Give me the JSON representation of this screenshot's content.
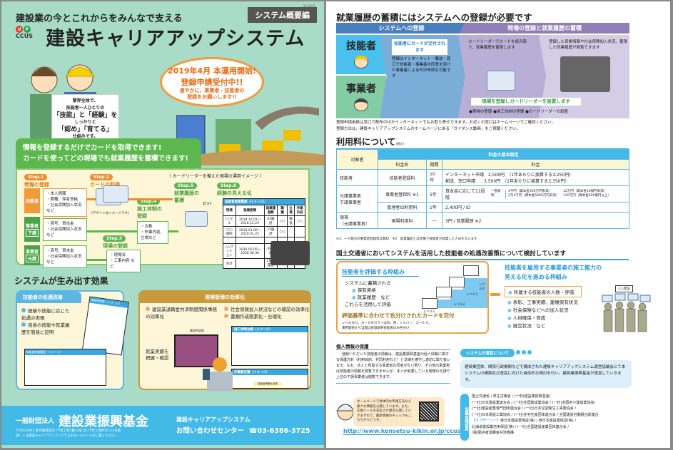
{
  "left_page": {
    "doc_code": "19-04D1",
    "tag": "システム概要編",
    "kicker": "建設業の今とこれからをみんなで支える",
    "logo": {
      "dots": [
        "U",
        "P"
      ],
      "text": "CCUS",
      "colors": [
        "#e03a2f",
        "#2aa44a"
      ]
    },
    "title": "建設キャリアアップシステム",
    "burst": {
      "line1": "2019年4月 本運用開始!",
      "line2": "登録申請受付中!!",
      "line3": "速やかに、事業者・技能者の",
      "line4": "登録をお願いします!!"
    },
    "sign": {
      "l1": "業界全体で、",
      "l2": "技能者一人ひとりの",
      "l3": "「技能」と「経験」を",
      "l4": "しっかりと",
      "l5": "「認め」「育てる」",
      "l6": "仕組みです。"
    },
    "green_banner": {
      "line1": "情報を登録するだけでカードを取得できます!",
      "line2": "カードを使ってどの現場でも就業履歴を蓄積できます!"
    },
    "flow": {
      "site_image_caption": "〈 カードリーダーを備えた現場の運用イメージ 〉",
      "steps": [
        {
          "badge": "Step.1",
          "title": "情報の登録"
        },
        {
          "badge": "Step.2",
          "title": "カードの取得"
        },
        {
          "badge": "Step.3",
          "title": "現場の登録"
        },
        {
          "badge": "Step.4",
          "title": "施工体制の登録"
        },
        {
          "badge": "Step.5",
          "title": "就業履歴の蓄積"
        },
        {
          "badge": "Step.6",
          "title": "経験の見える化"
        }
      ],
      "card_caption": "(デザインはイメージです)",
      "beep": "ピッ!",
      "roles": [
        {
          "label": "技能者",
          "sub": "",
          "items": [
            "・本人情報",
            "・職種、保有資格",
            "・社会保険加入状況",
            "など"
          ]
        },
        {
          "label": "事業者",
          "sub": "下請",
          "items": [
            "・商号、資本金",
            "・社会保険加入状況",
            "など"
          ]
        },
        {
          "label": "事業者",
          "sub": "元請",
          "items": [
            "・商号、資本金",
            "・社会保険加入状況",
            "など"
          ]
        }
      ],
      "step3_items": [
        "・現場名",
        "・工事内容 など"
      ],
      "step4_items": [
        "・次数",
        "・作業内容、",
        "立場など"
      ],
      "history_table": {
        "caption": "技能者就業履歴（イメージ）",
        "headers": [
          "現場",
          "就業期間",
          "就業履歴数",
          "職種",
          "立場",
          "作業内容"
        ],
        "rows": [
          [
            "○○ビル",
            "2018.10.01〜2018.12.23",
            "42履歴",
            "○○",
            "職長",
            "○○"
          ],
          [
            "□□病院",
            "2019.01.06〜2019.01.25",
            "15履歴",
            "○○",
            "",
            ""
          ],
          [
            "：",
            "",
            "",
            "",
            "",
            ""
          ],
          [
            "△△マンション",
            "2030.05.05〜2030.06.30",
            "39履歴",
            "□□",
            "",
            ""
          ],
          [
            "合計",
            "",
            "2015履歴",
            "",
            "",
            ""
          ]
        ]
      }
    },
    "effects": {
      "heading": "システムが生み出す効果",
      "skilled": {
        "title": "技能者の処遇改善",
        "bullets": [
          "経験や技能に応じた処遇の実現",
          "自身の技能や就業履歴を簡易に証明"
        ],
        "card_caption": "技能者情報（イメージ）",
        "table_caption": "技能者就業履歴（イメージ）"
      },
      "site": {
        "title": "現場管理の効率化",
        "bullets": [
          "建設業退職金共済制度関係事務の効率化",
          "社会保険加入状況などの確認の効率化",
          "書類作成簡素化・合理化"
        ],
        "calendar_caption": "建退共証紙",
        "arrow_text": "就業実績を把握・確認",
        "form1_caption": "施工体制台帳（イメージ）",
        "form2_caption": "作業員名簿（イメージ）",
        "form2_note": "技能者情報を反映"
      }
    },
    "footer": {
      "org_type": "一般財団法人",
      "org_name": "建設業振興基金",
      "address": "〒105-0001 東京都港区虎ノ門4丁目2番12号 虎ノ門4丁目MTビル2号館",
      "note": "詳しくは建設キャリアアップシステムのホームページをご覧ください。",
      "contact_line1": "建設キャリアアップシステム",
      "contact_line2": "お問い合わせセンター",
      "phone": "☎03-6386-3725"
    }
  },
  "right_page": {
    "registration": {
      "heading": "就業履歴の蓄積にはシステムへの登録が必要です",
      "band_left": "システムへの登録",
      "band_right": "現場の登録と就業履歴の蓄積",
      "skilled_label": "技能者",
      "business_label": "事業者",
      "card_note": "技能者にカードが交付されます",
      "reg_text": "登録はインターネット・郵送・窓口で技能者・事業者の同意を受けた事業者による代行申請も可能です",
      "site_text": "カードリーダーでカードを読み取り、就業履歴を蓄積します",
      "history_text": "登録した資格情報や社会保険加入状況、蓄積した就業履歴が閲覧できます",
      "site_band": "現場を登録しカードリーダーを設置します",
      "site_bullets": [
        "●現場の登録",
        "●施工体制の登録",
        "●カードリーダーの設置"
      ],
      "note1": "登録申請用紙は窓口で配布のほかインターネットでもお取り寄せできます。お近くの窓口はホームページでご確認ください。",
      "note2": "登録方法は、建設キャリアアップシステムのホームページにある「ガイダンス動画」をご視聴ください。"
    },
    "fees": {
      "heading": "利用料について",
      "heading_note": "(税込)",
      "header_target": "対象者",
      "header_group": "料金の基本設定",
      "header_name": "料金名",
      "header_period": "期間",
      "header_fee": "料金",
      "rows": [
        {
          "target": "技能者",
          "name": "技能者登録料",
          "period": "10年",
          "fee_l1": "インターネット申請　2,500円　（1年あたりに換算すると250円）",
          "fee_l2": "郵送、窓口申請　　3,500円　（1年あたりに換算すると350円）"
        },
        {
          "target": "元請事業者\n下請事業者",
          "name": "事業者登録料 ※1",
          "period": "5年",
          "fee_main": "資本金に応じて11段階",
          "fee_ex_label": "一部抜粋",
          "fee_ex": [
            "3千円（資本金500万円未満）",
            "2万4千円（資本金5000万円未満）",
            "12万円（資本金10億円未満）",
            "120万円（資本金500億円以上）"
          ]
        },
        {
          "target": "",
          "name": "管理者ID利用料",
          "period": "1年",
          "fee_l1": "2,400円 / ID"
        },
        {
          "target": "現場\n（元請事業者）",
          "name": "現場利用料",
          "period": "―",
          "fee_l1": "3円 / 就業履歴 ※2"
        }
      ],
      "footnote": "※1：一人親方の事業者登録料は無料　※2：就業履歴とは現場で技能者が就業した人日を言います"
    },
    "policy": {
      "heading": "国土交通省においてシステムを活用した技能者の処遇改善策について検討しています",
      "eval_title": "技能者を評価する枠組み",
      "eval_lines": [
        "システムに蓄積される",
        "保有資格",
        "就業履歴　など",
        "これらを活用して評価"
      ],
      "levels": [
        "レベル1",
        "レベル2",
        "レベル3",
        "レベル4"
      ],
      "card_line": "評価基準に合わせて色分けされたカードを交付",
      "card_note1": "レベル分け、カードのカラーは白、青、シルバー、ゴールド。",
      "card_note2": "運用開始から当面は登録基幹技能者のみ色分け",
      "cap_title1": "技能者を雇用する事業者の施工能力の",
      "cap_title2": "見える化を進める枠組み",
      "cap_highlight": "所属する技能者の人数・評価",
      "cap_items": [
        "表彰、工事実績、建機保有状況",
        "社会保険などへの加入状況",
        "人材確保・育成",
        "経営状況　など"
      ],
      "company_sign": "○○建設"
    },
    "privacy": {
      "heading": "個人情報の保護",
      "text": "登録いただいた技能者の情報は、建設業振興基金の個人情報に関する保護方針（利用目的、共同利用など）と法律を遵守し適切に取り扱います。なお、本人と所属する事業者の同意がない限り、その他の事業者は技能者の情報を閲覧できませんが、本人が就業している現場の元請や上位の下請事業者は閲覧できます。",
      "hp_text": "ホームページで具体的な申請方法など様々な情報を公開しています。また、広報ツールを充実させ順次公開していきますので、最新情報のチェックもこちらからどうぞ。",
      "url": "http://www.kensetsu-kikin.or.jp/ccus/"
    },
    "operations": {
      "pill": "システムの運営について",
      "desc": "建設業団体、関係行政機関などで構成された建設キャリアアップシステム運営協議会にて本システムの構築及び運営に向けた具体的な検討を行い、建設業振興基金が運営していきます。",
      "member_label": "協議会構成員",
      "members": [
        "国土交通省 / 厚生労働省 / (一財)建設業振興基金/",
        "(一社)日本建設業連合会 / (一社)全国建設業協会 / (一社)全国中小建設業協会/",
        "(一社)建設産業専門団体連合会 / (一社)日本空調衛生工事業協会 /",
        "(一社)日本電設工業協会 / (一社)住宅生産団体連合会 / 全国建設労働組合総連合"
      ],
      "observer_label": "【オブザーバー】",
      "observers": [
        "東日本建設業保証(株) / 西日本建設業保証(株) /",
        "北海道建設業信用保証(株) / (一社)全国建設産業団体連合会 /",
        "(独)勤労者退職金共済機構"
      ]
    }
  }
}
